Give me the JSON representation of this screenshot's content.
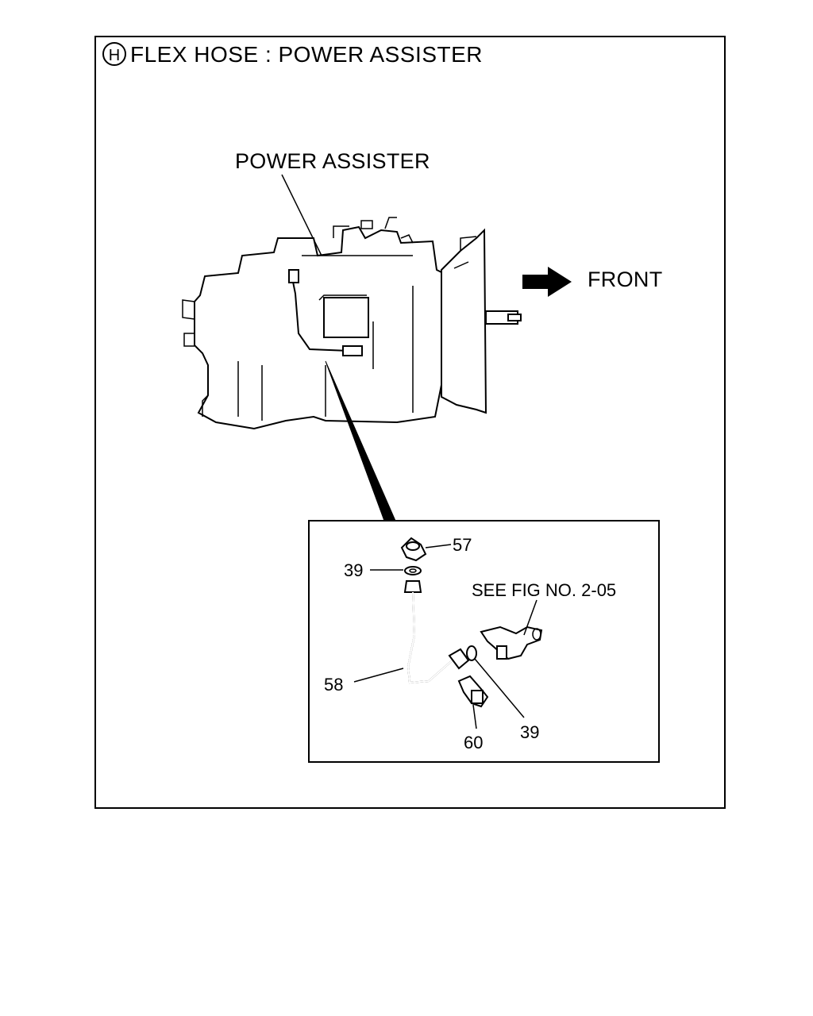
{
  "header": {
    "badge_letter": "H",
    "title": "FLEX HOSE : POWER ASSISTER"
  },
  "labels": {
    "power_assister": "POWER ASSISTER",
    "front": "FRONT",
    "see_fig": "SEE FIG NO. 2-05"
  },
  "callouts": [
    {
      "id": "57"
    },
    {
      "id": "39"
    },
    {
      "id": "58"
    },
    {
      "id": "60"
    },
    {
      "id": "39"
    }
  ]
}
